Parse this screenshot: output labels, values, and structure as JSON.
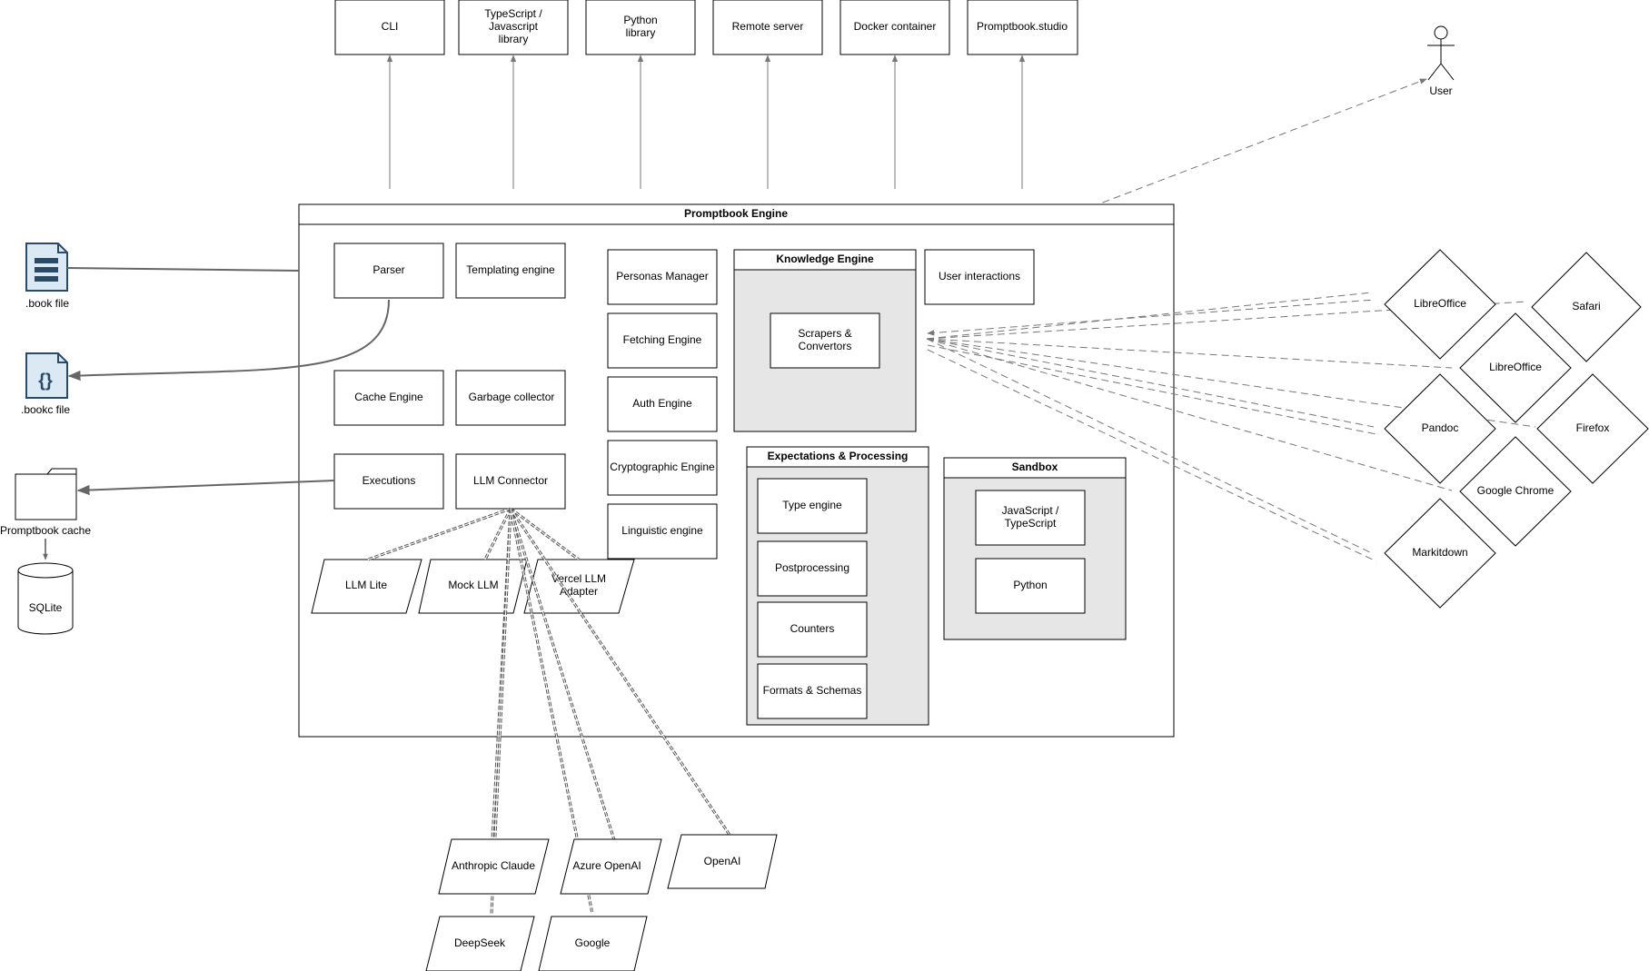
{
  "outputs": [
    "CLI",
    "TypeScript /\nJavascript\nlibrary",
    "Python\nlibrary",
    "Remote server",
    "Docker container",
    "Promptbook.studio"
  ],
  "user": "User",
  "engine": {
    "title": "Promptbook Engine",
    "parser": "Parser",
    "templating": "Templating engine",
    "cache": "Cache Engine",
    "garbage": "Garbage collector",
    "executions": "Executions",
    "llm_connector": "LLM Connector",
    "personas": "Personas Manager",
    "fetching": "Fetching Engine",
    "auth": "Auth Engine",
    "crypto": "Cryptographic Engine",
    "linguistic": "Linguistic engine",
    "knowledge": {
      "title": "Knowledge Engine",
      "scrapers": "Scrapers &\nConvertors"
    },
    "user_interactions": "User interactions",
    "expectations": {
      "title": "Expectations & Processing",
      "items": [
        "Type engine",
        "Postprocessing",
        "Counters",
        "Formats & Schemas"
      ]
    },
    "sandbox": {
      "title": "Sandbox",
      "items": [
        "JavaScript /\nTypeScript",
        "Python"
      ]
    },
    "llm_adapters": [
      "LLM Lite",
      "Mock LLM",
      "Vercel LLM\nAdapter"
    ]
  },
  "files": {
    "book": ".book file",
    "bookc": ".bookc file",
    "cache": "Promptbook cache",
    "sqlite": "SQLite"
  },
  "providers": [
    "Anthropic Claude",
    "Azure OpenAI",
    "OpenAI",
    "DeepSeek",
    "Google"
  ],
  "tools": [
    "LibreOffice",
    "Safari",
    "LibreOffice",
    "Pandoc",
    "Firefox",
    "Google Chrome",
    "Markitdown"
  ],
  "icons": {
    "book": "document-icon",
    "bookc": "json-document-icon",
    "cache": "folder-icon",
    "sqlite": "database-icon",
    "user": "user-stick-figure-icon"
  },
  "colors": {
    "icon_stroke": "#2b4a66",
    "icon_fill": "#dbe9f5",
    "container_fill": "#e6e6e6"
  }
}
